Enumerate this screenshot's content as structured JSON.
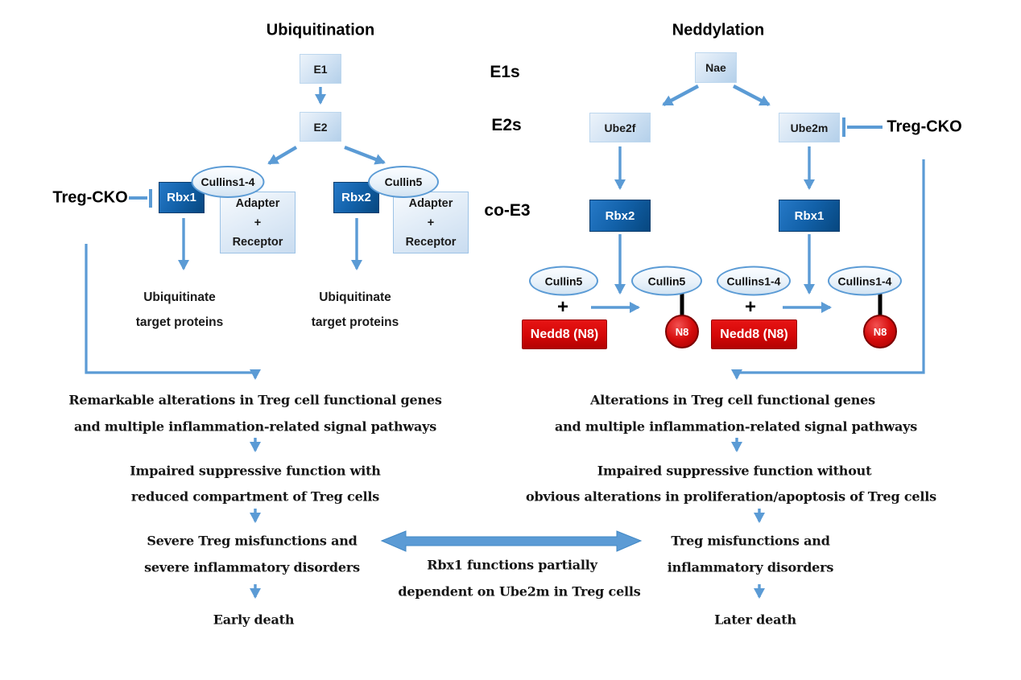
{
  "colors": {
    "arrow_blue": "#5B9BD5",
    "dark_box_blue": "#0D5A9E",
    "light_box_blue": "#C9DDF0",
    "red_box": "#D40707",
    "n8_red": "#C00000",
    "text_black": "#151515"
  },
  "titles": {
    "left": "Ubiquitination",
    "right": "Neddylation"
  },
  "row_labels": {
    "e1s": "E1s",
    "e2s": "E2s",
    "co_e3": "co-E3"
  },
  "ubiquitination": {
    "e1": "E1",
    "e2": "E2",
    "treg_cko": "Treg-CKO",
    "branch_rbx1": {
      "rbx": "Rbx1",
      "cullin": "Cullins1-4",
      "adapter": "Adapter\n+\nReceptor",
      "outcome": "Ubiquitinate\ntarget proteins"
    },
    "branch_rbx2": {
      "rbx": "Rbx2",
      "cullin": "Cullin5",
      "adapter": "Adapter\n+\nReceptor",
      "outcome": "Ubiquitinate\ntarget proteins"
    }
  },
  "neddylation": {
    "nae": "Nae",
    "ube2f": "Ube2f",
    "ube2m": "Ube2m",
    "treg_cko": "Treg-CKO",
    "branch_rbx2": {
      "rbx": "Rbx2",
      "substrate": "Cullin5",
      "plus": "+",
      "nedd8": "Nedd8 (N8)",
      "product": "Cullin5",
      "n8": "N8"
    },
    "branch_rbx1": {
      "rbx": "Rbx1",
      "substrate": "Cullins1-4",
      "plus": "+",
      "nedd8": "Nedd8 (N8)",
      "product": "Cullins1-4",
      "n8": "N8"
    }
  },
  "outcomes_left": {
    "line1": "Remarkable alterations in Treg cell functional genes",
    "line2": "and multiple inflammation-related signal pathways",
    "line3": "Impaired suppressive function with",
    "line4": "reduced compartment of Treg cells",
    "line5": "Severe Treg misfunctions and",
    "line6": "severe inflammatory disorders",
    "line7": "Early death"
  },
  "outcomes_right": {
    "line1": "Alterations in Treg cell functional genes",
    "line2": "and multiple inflammation-related signal pathways",
    "line3": "Impaired suppressive function without",
    "line4": "obvious alterations in proliferation/apoptosis of Treg cells",
    "line5": "Treg misfunctions and",
    "line6": "inflammatory disorders",
    "line7": "Later death"
  },
  "comparison": {
    "line1": "Rbx1 functions partially",
    "line2": "dependent on Ube2m in Treg cells"
  }
}
